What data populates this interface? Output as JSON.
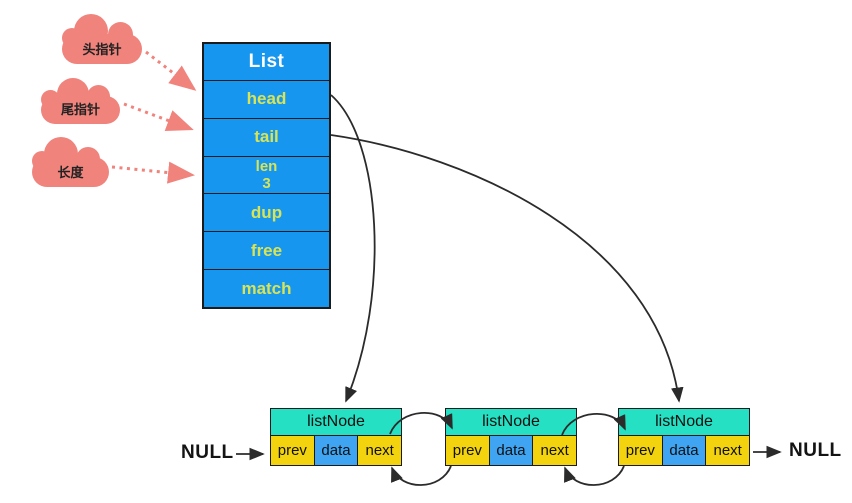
{
  "clouds": [
    {
      "label": "头指针"
    },
    {
      "label": "尾指针"
    },
    {
      "label": "长度"
    }
  ],
  "list_box": {
    "title": "List",
    "rows": [
      {
        "label": "head"
      },
      {
        "label": "tail"
      },
      {
        "label": "len",
        "value": "3"
      },
      {
        "label": "dup"
      },
      {
        "label": "free"
      },
      {
        "label": "match"
      }
    ]
  },
  "nodes": [
    {
      "title": "listNode",
      "cells": [
        "prev",
        "data",
        "next"
      ]
    },
    {
      "title": "listNode",
      "cells": [
        "prev",
        "data",
        "next"
      ]
    },
    {
      "title": "listNode",
      "cells": [
        "prev",
        "data",
        "next"
      ]
    }
  ],
  "null_labels": {
    "left": "NULL",
    "right": "NULL"
  },
  "colors": {
    "cloud": "#F0837C",
    "dotted_arrow": "#F0837C",
    "list_box_bg": "#1796F0",
    "list_title_text": "#FFFFFF",
    "list_field_text": "#D8E455",
    "node_header_bg": "#26E0C3",
    "pointer_cell_bg": "#F2D30E",
    "data_cell_bg": "#3FA5F2",
    "arrow": "#2B2B2B"
  }
}
